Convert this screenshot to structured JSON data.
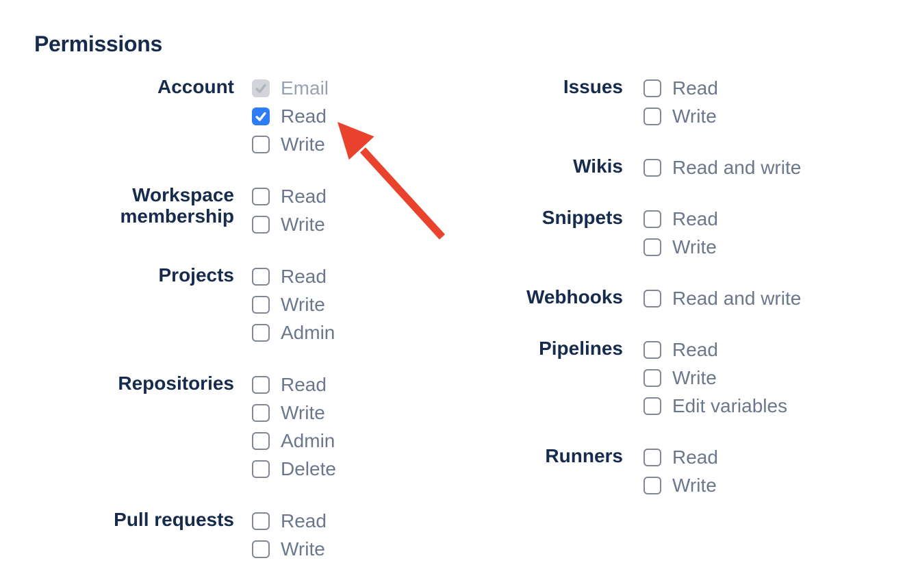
{
  "title": "Permissions",
  "colors": {
    "heading_navy": "#172B4D",
    "label_gray": "#6B778C",
    "disabled_label_gray": "#9AA2B0",
    "checkbox_blue": "#2E7CF6",
    "checkbox_border_gray": "#828893",
    "disabled_checkbox_bg": "#D2D4D9",
    "disabled_check_gray": "#AFB5BF",
    "arrow_red": "#E9432D"
  },
  "permissions": {
    "left": [
      {
        "label": "Account",
        "options": [
          {
            "label": "Email",
            "checked": true,
            "disabled": true
          },
          {
            "label": "Read",
            "checked": true,
            "disabled": false
          },
          {
            "label": "Write",
            "checked": false,
            "disabled": false
          }
        ]
      },
      {
        "label": "Workspace membership",
        "options": [
          {
            "label": "Read",
            "checked": false,
            "disabled": false
          },
          {
            "label": "Write",
            "checked": false,
            "disabled": false
          }
        ]
      },
      {
        "label": "Projects",
        "options": [
          {
            "label": "Read",
            "checked": false,
            "disabled": false
          },
          {
            "label": "Write",
            "checked": false,
            "disabled": false
          },
          {
            "label": "Admin",
            "checked": false,
            "disabled": false
          }
        ]
      },
      {
        "label": "Repositories",
        "options": [
          {
            "label": "Read",
            "checked": false,
            "disabled": false
          },
          {
            "label": "Write",
            "checked": false,
            "disabled": false
          },
          {
            "label": "Admin",
            "checked": false,
            "disabled": false
          },
          {
            "label": "Delete",
            "checked": false,
            "disabled": false
          }
        ]
      },
      {
        "label": "Pull requests",
        "options": [
          {
            "label": "Read",
            "checked": false,
            "disabled": false
          },
          {
            "label": "Write",
            "checked": false,
            "disabled": false
          }
        ]
      }
    ],
    "right": [
      {
        "label": "Issues",
        "options": [
          {
            "label": "Read",
            "checked": false,
            "disabled": false
          },
          {
            "label": "Write",
            "checked": false,
            "disabled": false
          }
        ]
      },
      {
        "label": "Wikis",
        "options": [
          {
            "label": "Read and write",
            "checked": false,
            "disabled": false
          }
        ]
      },
      {
        "label": "Snippets",
        "options": [
          {
            "label": "Read",
            "checked": false,
            "disabled": false
          },
          {
            "label": "Write",
            "checked": false,
            "disabled": false
          }
        ]
      },
      {
        "label": "Webhooks",
        "options": [
          {
            "label": "Read and write",
            "checked": false,
            "disabled": false
          }
        ]
      },
      {
        "label": "Pipelines",
        "options": [
          {
            "label": "Read",
            "checked": false,
            "disabled": false
          },
          {
            "label": "Write",
            "checked": false,
            "disabled": false
          },
          {
            "label": "Edit variables",
            "checked": false,
            "disabled": false
          }
        ]
      },
      {
        "label": "Runners",
        "options": [
          {
            "label": "Read",
            "checked": false,
            "disabled": false
          },
          {
            "label": "Write",
            "checked": false,
            "disabled": false
          }
        ]
      }
    ]
  }
}
